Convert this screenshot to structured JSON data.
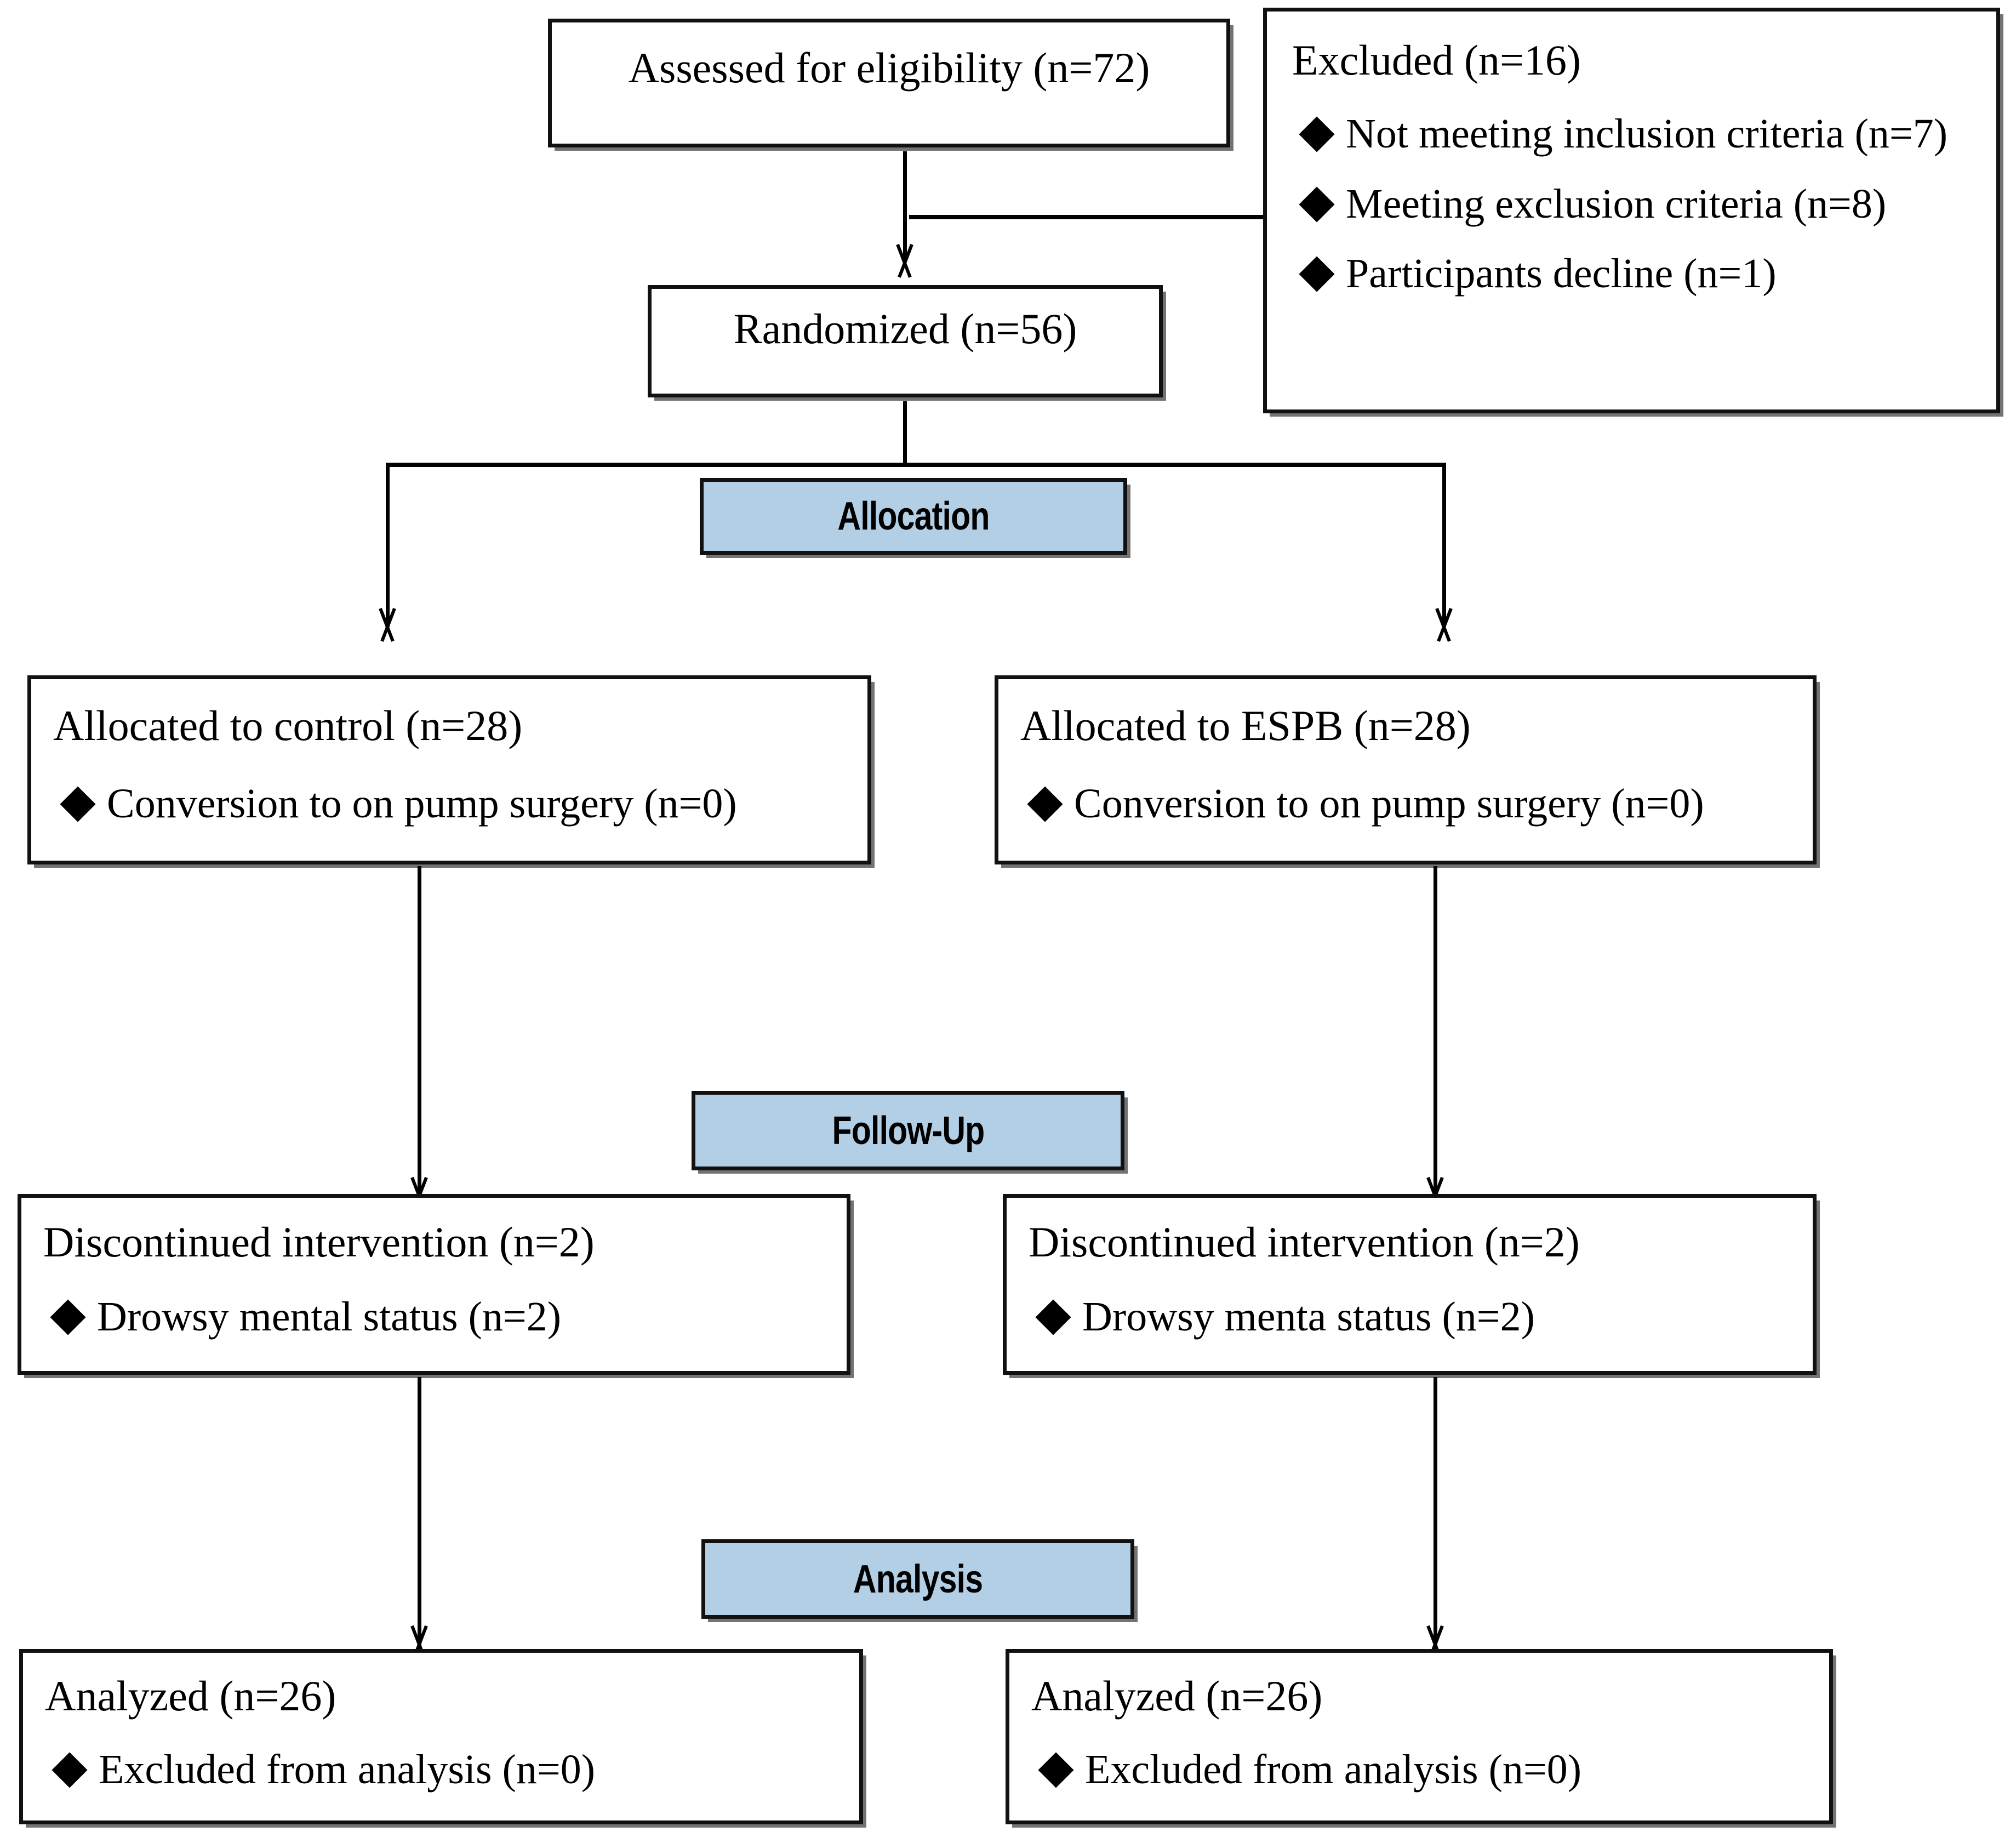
{
  "diagram": {
    "title": "CONSORT participant flow diagram",
    "accent_color": "#b3cfe5",
    "line_color": "#000000",
    "background_color": "#ffffff"
  },
  "nodes": {
    "assessed": {
      "text": "Assessed for eligibility (n=72)"
    },
    "excluded": {
      "heading": "Excluded (n=16)",
      "items": [
        "Not meeting inclusion criteria (n=7)",
        "Meeting exclusion criteria (n=8)",
        "Participants decline (n=1)"
      ]
    },
    "randomized": {
      "text": "Randomized (n=56)"
    },
    "allocated_control": {
      "heading": "Allocated to control (n=28)",
      "items": [
        "Conversion to on pump surgery (n=0)"
      ]
    },
    "allocated_espb": {
      "heading": "Allocated to ESPB (n=28)",
      "items": [
        "Conversion to on pump surgery (n=0)"
      ]
    },
    "discontinued_control": {
      "heading": "Discontinued intervention (n=2)",
      "items": [
        "Drowsy mental status (n=2)"
      ]
    },
    "discontinued_espb": {
      "heading": "Discontinued intervention (n=2)",
      "items": [
        "Drowsy menta status (n=2)"
      ]
    },
    "analyzed_control": {
      "heading": "Analyzed (n=26)",
      "items": [
        "Excluded from analysis (n=0)"
      ]
    },
    "analyzed_espb": {
      "heading": "Analyzed (n=26)",
      "items": [
        "Excluded from analysis (n=0)"
      ]
    }
  },
  "banners": {
    "allocation": "Allocation",
    "followup": "Follow-Up",
    "analysis": "Analysis"
  }
}
